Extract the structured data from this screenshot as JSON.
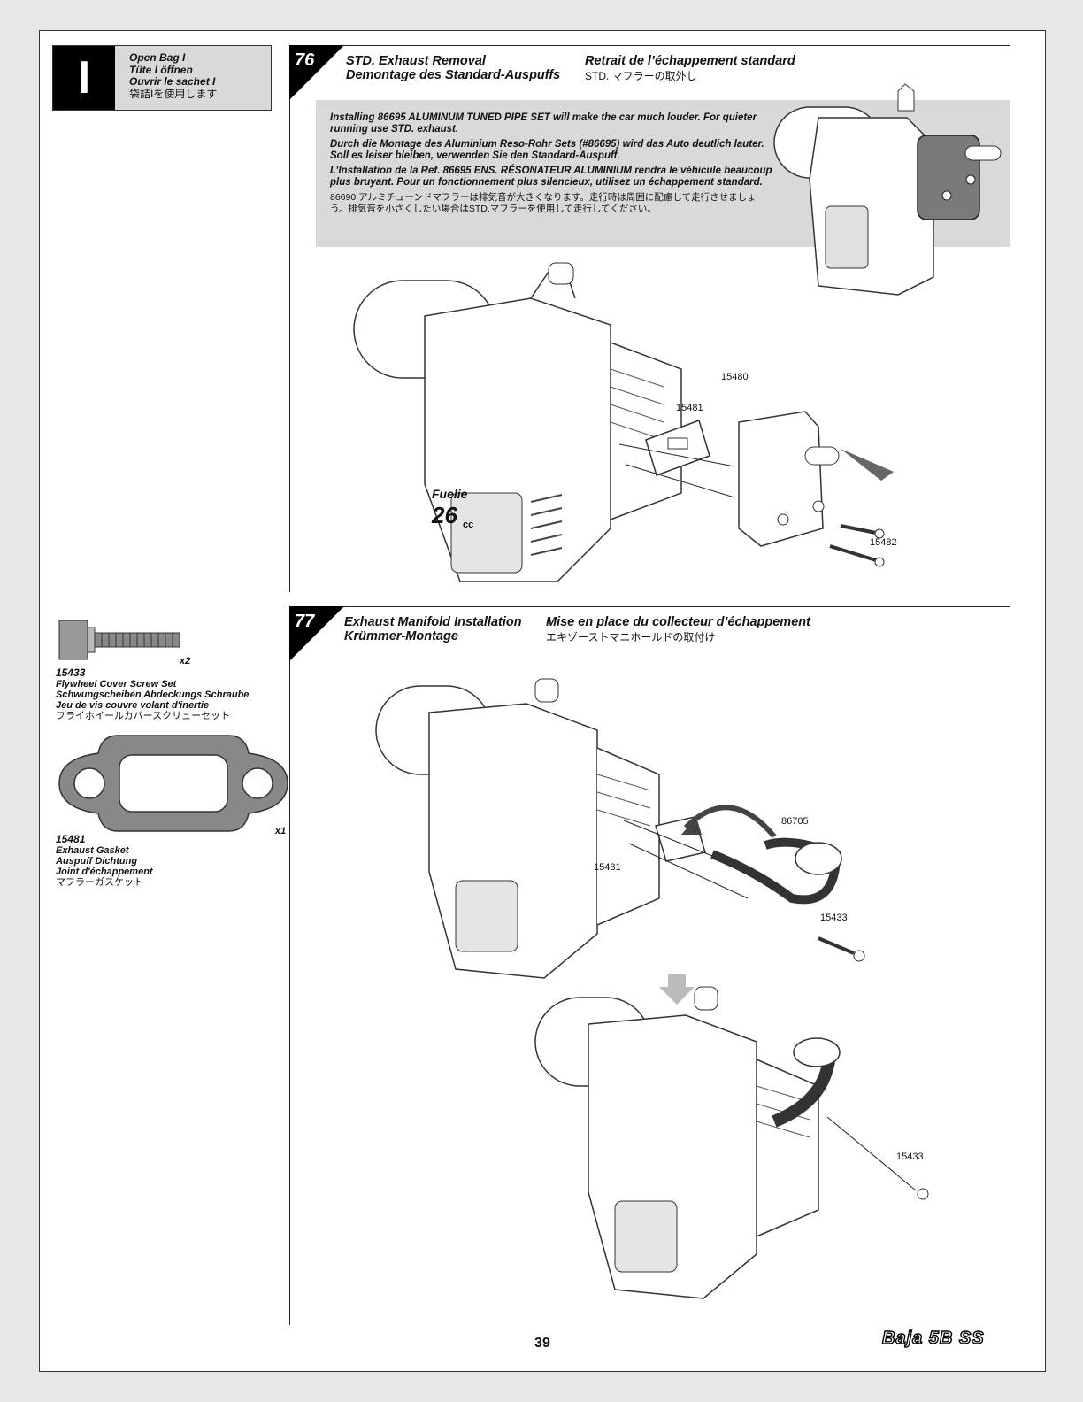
{
  "bag": {
    "letter": "I",
    "lines": [
      "Open Bag I",
      "Tüte I öffnen",
      "Ouvrir le sachet I",
      "袋詰Iを使用します"
    ]
  },
  "step76": {
    "number": "76",
    "title_en": "STD. Exhaust Removal",
    "title_de": "Demontage des Standard-Auspuffs",
    "title_fr": "Retrait de l’échappement standard",
    "title_jp": "STD. マフラーの取外し",
    "notice": {
      "en": "Installing 86695 ALUMINUM TUNED PIPE SET will make the car much louder. For quieter running use STD. exhaust.",
      "de": "Durch die Montage des Aluminium Reso-Rohr Sets (#86695) wird das Auto deutlich lauter. Soll es leiser bleiben, verwenden Sie den Standard-Auspuff.",
      "fr": "L’Installation de la Ref. 86695 ENS. RÉSONATEUR ALUMINIUM rendra le véhicule beaucoup plus bruyant. Pour un fonctionnement plus silencieux, utilisez un échappement standard.",
      "jp": "86690 アルミチューンドマフラーは排気音が大きくなります。走行時は周囲に配慮して走行させましょう。排気音を小さくしたい場合はSTD.マフラーを使用して走行してください。"
    },
    "callouts": [
      "15480",
      "15481",
      "15482"
    ]
  },
  "step77": {
    "number": "77",
    "title_en": "Exhaust Manifold Installation",
    "title_de": "Krümmer-Montage",
    "title_fr": "Mise en place du collecteur d’échappement",
    "title_jp": "エキゾーストマニホールドの取付け",
    "callouts": [
      "86705",
      "15481",
      "15433",
      "15433"
    ]
  },
  "parts": [
    {
      "id": "15433",
      "qty": "x2",
      "names": [
        "Flywheel Cover Screw Set",
        "Schwungscheiben Abdeckungs Schraube",
        "Jeu de vis couvre volant d'inertie",
        "フライホイールカバースクリューセット"
      ]
    },
    {
      "id": "15481",
      "qty": "x1",
      "names": [
        "Exhaust Gasket",
        "Auspuff Dichtung",
        "Joint d'échappement",
        "マフラーガスケット"
      ]
    }
  ],
  "engine_label": {
    "brand": "Fuelie",
    "size": "26",
    "unit": "cc"
  },
  "page_number": "39",
  "brand": "Baja 5B SS"
}
